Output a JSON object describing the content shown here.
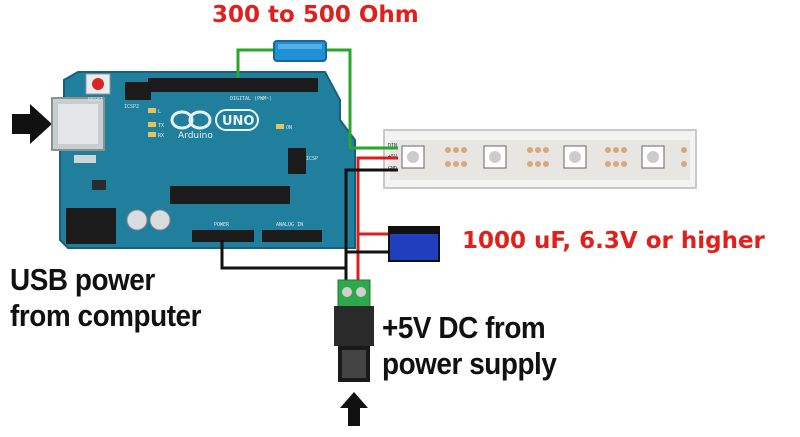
{
  "resistor_label": "300 to 500 Ohm",
  "capacitor_label": "1000 uF, 6.3V or higher",
  "usb_label": [
    "USB power",
    "from computer"
  ],
  "dc_label": [
    "+5V DC from",
    "power supply"
  ],
  "arduino": {
    "logo": "Arduino",
    "model": "UNO",
    "reset": "RESET",
    "icsp2": "ICSP2",
    "icsp": "ICSP",
    "digital": "DIGITAL (PWM~)",
    "power": "POWER",
    "analog": "ANALOG IN",
    "tx": "TX",
    "rx": "RX",
    "l": "L",
    "on": "ON"
  },
  "strip": {
    "din": "DIN",
    "v5": "+5V",
    "gnd": "GND"
  },
  "colors": {
    "label_red": "#e0201b",
    "board": "#1f7f9c",
    "wire_green": "#2aa62a",
    "resistor": "#1e90d6",
    "capacitor": "#1f3fbf"
  }
}
